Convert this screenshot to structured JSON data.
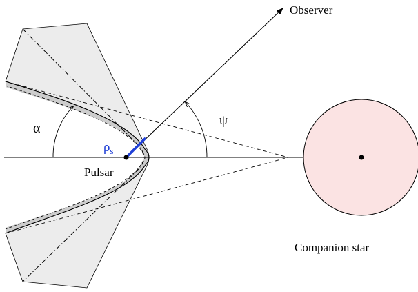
{
  "labels": {
    "observer": "Observer",
    "pulsar": "Pulsar",
    "companion": "Companion star",
    "alpha": "α",
    "psi": "ψ",
    "rho": "ρ",
    "rho_sub": "s"
  },
  "colors": {
    "shock_outer_fill": "#ececec",
    "shock_inner_fill": "#cccccc",
    "companion_fill": "#fbe3e3",
    "rho_color": "#1f3fd6",
    "line": "#000000"
  }
}
